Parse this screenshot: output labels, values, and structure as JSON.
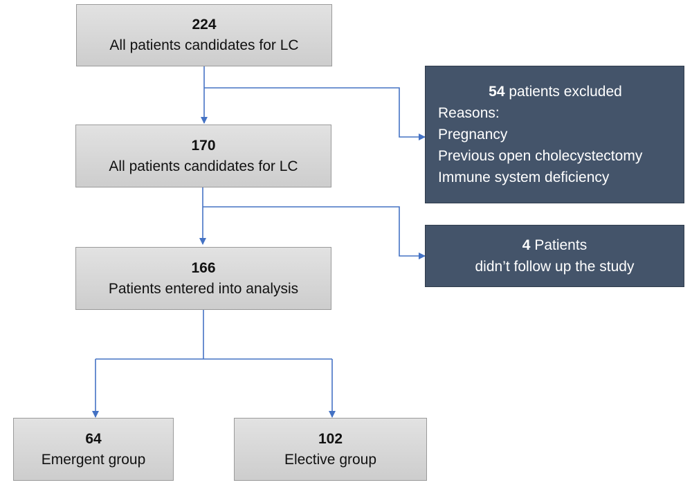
{
  "boxes": {
    "initial": {
      "count": "224",
      "label": "All patients candidates for LC"
    },
    "second": {
      "count": "170",
      "label": "All patients candidates for LC"
    },
    "analysis": {
      "count": "166",
      "label": "Patients entered into analysis"
    },
    "emergent": {
      "count": "64",
      "label": "Emergent group"
    },
    "elective": {
      "count": "102",
      "label": "Elective group"
    }
  },
  "excluded": {
    "count": "54",
    "headline": "patients excluded",
    "reasons_label": "Reasons:",
    "reasons": [
      "Pregnancy",
      "Previous open cholecystectomy",
      "Immune system deficiency"
    ]
  },
  "dropout": {
    "count": "4",
    "label": "Patients",
    "detail": "didn’t follow up the study"
  },
  "colors": {
    "box_fill": "#d9d9d9",
    "dark_fill": "#44546a",
    "arrow": "#4472c4"
  }
}
